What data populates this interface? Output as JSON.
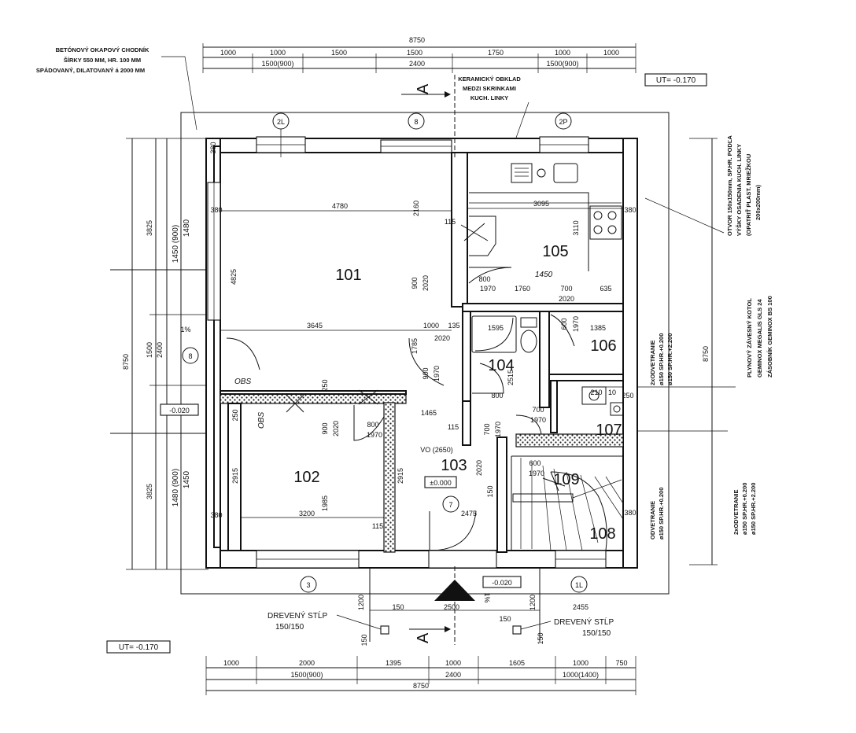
{
  "rooms": [
    {
      "id": "101"
    },
    {
      "id": "102"
    },
    {
      "id": "103"
    },
    {
      "id": "104"
    },
    {
      "id": "105"
    },
    {
      "id": "106"
    },
    {
      "id": "107"
    },
    {
      "id": "108"
    },
    {
      "id": "109"
    }
  ],
  "notes": {
    "sidewalk": [
      "BETÓNOVÝ OKAPOVÝ CHODNÍK",
      "ŠÍRKY 550 MM, HR. 100 MM",
      "SPÁDOVANÝ, DILATOVANÝ á 2000 MM"
    ],
    "tiles": [
      "KERAMICKÝ OBKLAD",
      "MEDZI SKRINKAMI",
      "KUCH. LINKY"
    ],
    "opening": [
      "OTVOR 150x150mm, SP.HR. PODĽA",
      "VÝŠKY OSADENIA KUCH. LINKY",
      "(OPATRIŤ PLAST. MRIEŽKOU",
      "200x200mm)"
    ],
    "boiler": [
      "PLYNOVÝ ZÁVESNÝ KOTOL",
      "GEMINOX MEGALIS GLS 24",
      "ZÁSOBNÍK GEMINOX BS 100"
    ],
    "vent1": [
      "2xODVETRANIE",
      "ø150 SP.HR.+0.200",
      "ø150 SP.HR.+2.200"
    ],
    "vent2": [
      "ODVETRANIE",
      "ø150 SP.HR.+0.200"
    ],
    "vent3": [
      "2xODVETRANIE",
      "ø150 SP.HR.+0.200",
      "ø150 SP.HR.+2.200"
    ],
    "post_left": [
      "DREVENÝ STĹP",
      "150/150"
    ],
    "post_right": [
      "DREVENÝ STĹP",
      "150/150"
    ]
  },
  "levels": {
    "ut_top": "UT= -0.170",
    "ut_bottom": "UT= -0.170",
    "entry_left": "-0.020",
    "entry_bottom": "-0.020",
    "floor": "±0.000"
  },
  "section_marks": {
    "top": "A",
    "bottom": "A"
  },
  "axes": [
    "2L",
    "8",
    "2P",
    "8",
    "3",
    "7",
    "1L"
  ],
  "dims_top": {
    "total": "8750",
    "row1": [
      "1000",
      "1000",
      "1500",
      "1500",
      "1750",
      "1000",
      "1000"
    ],
    "row2": [
      "1500(900)",
      "2400",
      "1500(900)"
    ]
  },
  "dims_bottom": {
    "row1": [
      "1000",
      "2000",
      "1395",
      "1000",
      "1605",
      "1000",
      "750"
    ],
    "row2": [
      "1500(900)",
      "2400",
      "1000(1400)"
    ],
    "total": "8750"
  },
  "dims_left": [
    "1450 (900)",
    "1480",
    "3825",
    "8750",
    "1500",
    "2400",
    "1480 (900)",
    "1450",
    "3825"
  ],
  "dims_right": [
    "8750"
  ],
  "interior_dims": {
    "d4780": "4780",
    "d2160": "2160",
    "d3095": "3095",
    "d3110": "3110",
    "d115a": "115",
    "d4825": "4825",
    "d3645": "3645",
    "d1000": "1000",
    "d135": "135",
    "d1595": "1595",
    "d1385": "1385",
    "d2020a": "2020",
    "d900a": "900",
    "d2020b": "2020",
    "d1785": "1785",
    "d800a": "800",
    "d1970a": "1970",
    "d1760": "1760",
    "d700a": "700",
    "d2020c": "2020",
    "d635": "635",
    "d600a": "600",
    "d1970b": "1970",
    "d380a": "380",
    "d380b": "380",
    "d380c": "380",
    "d380d": "380",
    "d380e": "380",
    "d250a": "250",
    "d250b": "250",
    "d2915a": "2915",
    "d2915b": "2915",
    "d900b": "900",
    "d2020d": "2020",
    "d800b": "800",
    "d1970c": "1970",
    "d1465": "1465",
    "d115b": "115",
    "d3200": "3200",
    "d1985": "1985",
    "d115c": "115",
    "d2475": "2475",
    "d900c": "900",
    "d1970d": "1970",
    "d2515": "2515",
    "d800c": "800",
    "d700b": "700",
    "d1970e": "1970",
    "d700c": "700",
    "d1970f": "1970",
    "d600b": "600",
    "d1970g": "1970",
    "d150a": "150",
    "d2020e": "2020",
    "d1200a": "1200",
    "d1200b": "1200",
    "d150b": "150",
    "d150c": "150",
    "d150d": "150",
    "d150e": "150",
    "d2500": "2500",
    "d2455": "2455",
    "d210": "210",
    "d10": "10",
    "d250c": "250",
    "d1pct_a": "1%",
    "d1pct_b": "1%"
  },
  "stair_label": "VO (2650)",
  "handwritten": [
    "1450 (900)",
    "1480",
    "1480 (900)",
    "1450",
    "OBS",
    "OBS",
    "1450"
  ]
}
